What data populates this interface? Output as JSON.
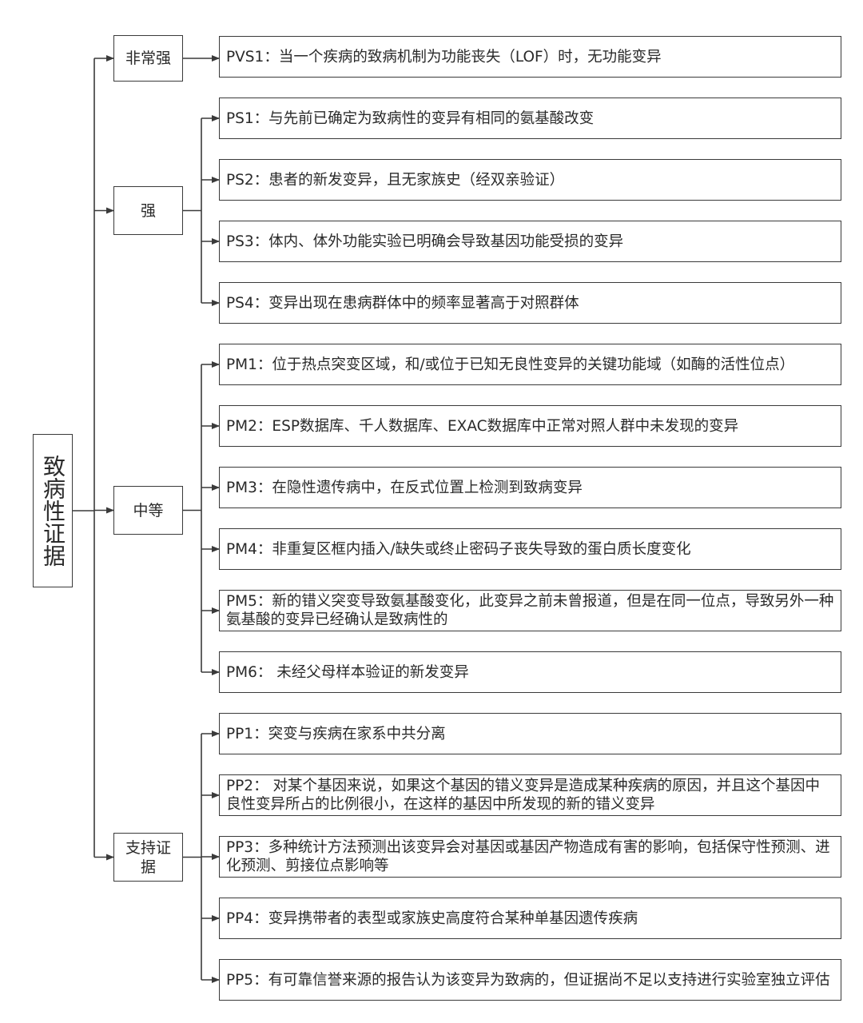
{
  "root": {
    "label": "致病性证据"
  },
  "categories": [
    {
      "label": "非常强",
      "items": [
        "PVS1：当一个疾病的致病机制为功能丧失（LOF）时，无功能变异"
      ]
    },
    {
      "label": "强",
      "items": [
        "PS1：与先前已确定为致病性的变异有相同的氨基酸改变",
        "PS2：患者的新发变异，且无家族史（经双亲验证）",
        "PS3：体内、体外功能实验已明确会导致基因功能受损的变异",
        "PS4：变异出现在患病群体中的频率显著高于对照群体"
      ]
    },
    {
      "label": "中等",
      "items": [
        "PM1：位于热点突变区域，和/或位于已知无良性变异的关键功能域（如酶的活性位点）",
        "PM2：ESP数据库、千人数据库、EXAC数据库中正常对照人群中未发现的变异",
        "PM3：在隐性遗传病中，在反式位置上检测到致病变异",
        "PM4：非重复区框内插入/缺失或终止密码子丧失导致的蛋白质长度变化",
        "PM5：新的错义突变导致氨基酸变化，此变异之前未曾报道，但是在同一位点，导致另外一种氨基酸的变异已经确认是致病性的",
        "PM6： 未经父母样本验证的新发变异"
      ]
    },
    {
      "label": "支持证据",
      "items": [
        "PP1：突变与疾病在家系中共分离",
        "PP2： 对某个基因来说，如果这个基因的错义变异是造成某种疾病的原因，并且这个基因中良性变异所占的比例很小，在这样的基因中所发现的新的错义变异",
        "PP3：多种统计方法预测出该变异会对基因或基因产物造成有害的影响，包括保守性预测、进化预测、剪接位点影响等",
        "PP4：变异携带者的表型或家族史高度符合某种单基因遗传疾病",
        "PP5：有可靠信誉来源的报告认为该变异为致病的，但证据尚不足以支持进行实验室独立评估"
      ]
    }
  ]
}
